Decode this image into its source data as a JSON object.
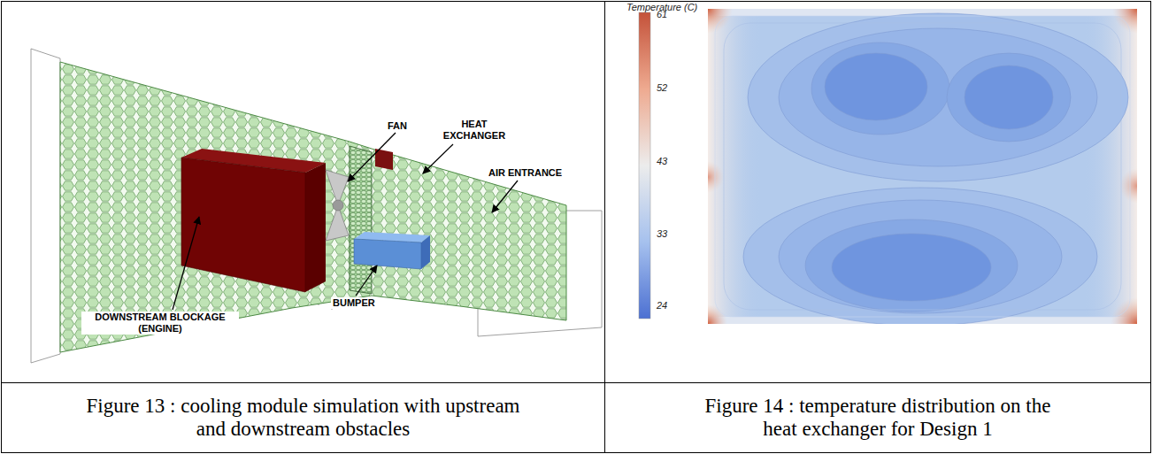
{
  "diagram": {
    "nodes": [
      {
        "text": [
          "Figure 13 : cooling module simulation with upstream and downstream obstacles"
        ]
      },
      {
        "text": [
          "Figure 14 : temperature distribution on the heat exchanger for Design 1"
        ]
      }
    ],
    "labels": [
      "FAN",
      "HEAT EXCHANGER",
      "AIR ENTRANCE",
      "DOWNSTREAM BLOCKAGE (ENGINE)",
      "BUMPER",
      "Temperature (C)",
      "61",
      "52",
      "43",
      "33",
      "24"
    ]
  }
}
